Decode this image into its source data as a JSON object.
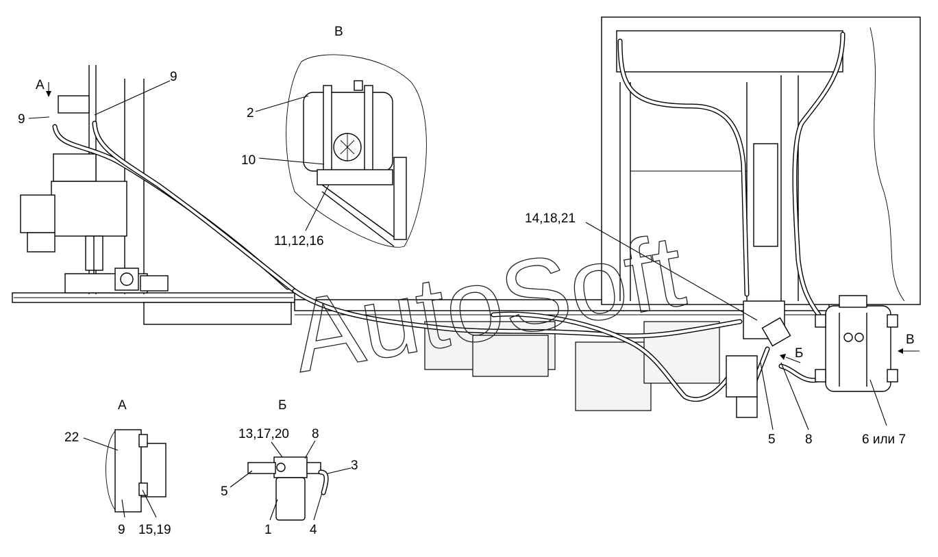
{
  "views": {
    "A": "А",
    "B": "Б",
    "V": "В"
  },
  "callouts": {
    "top_9_left": "9",
    "top_9_right": "9",
    "v_2": "2",
    "v_10": "10",
    "v_11_12_16": "11,12,16",
    "main_14_18_21": "14,18,21",
    "main_5": "5",
    "main_8": "8",
    "main_6_or_7": "6 или 7",
    "a_22": "22",
    "a_9": "9",
    "a_15_19": "15,19",
    "b_13_17_20": "13,17,20",
    "b_8": "8",
    "b_3": "3",
    "b_5": "5",
    "b_1": "1",
    "b_4": "4"
  },
  "watermark": "AutoSoft"
}
